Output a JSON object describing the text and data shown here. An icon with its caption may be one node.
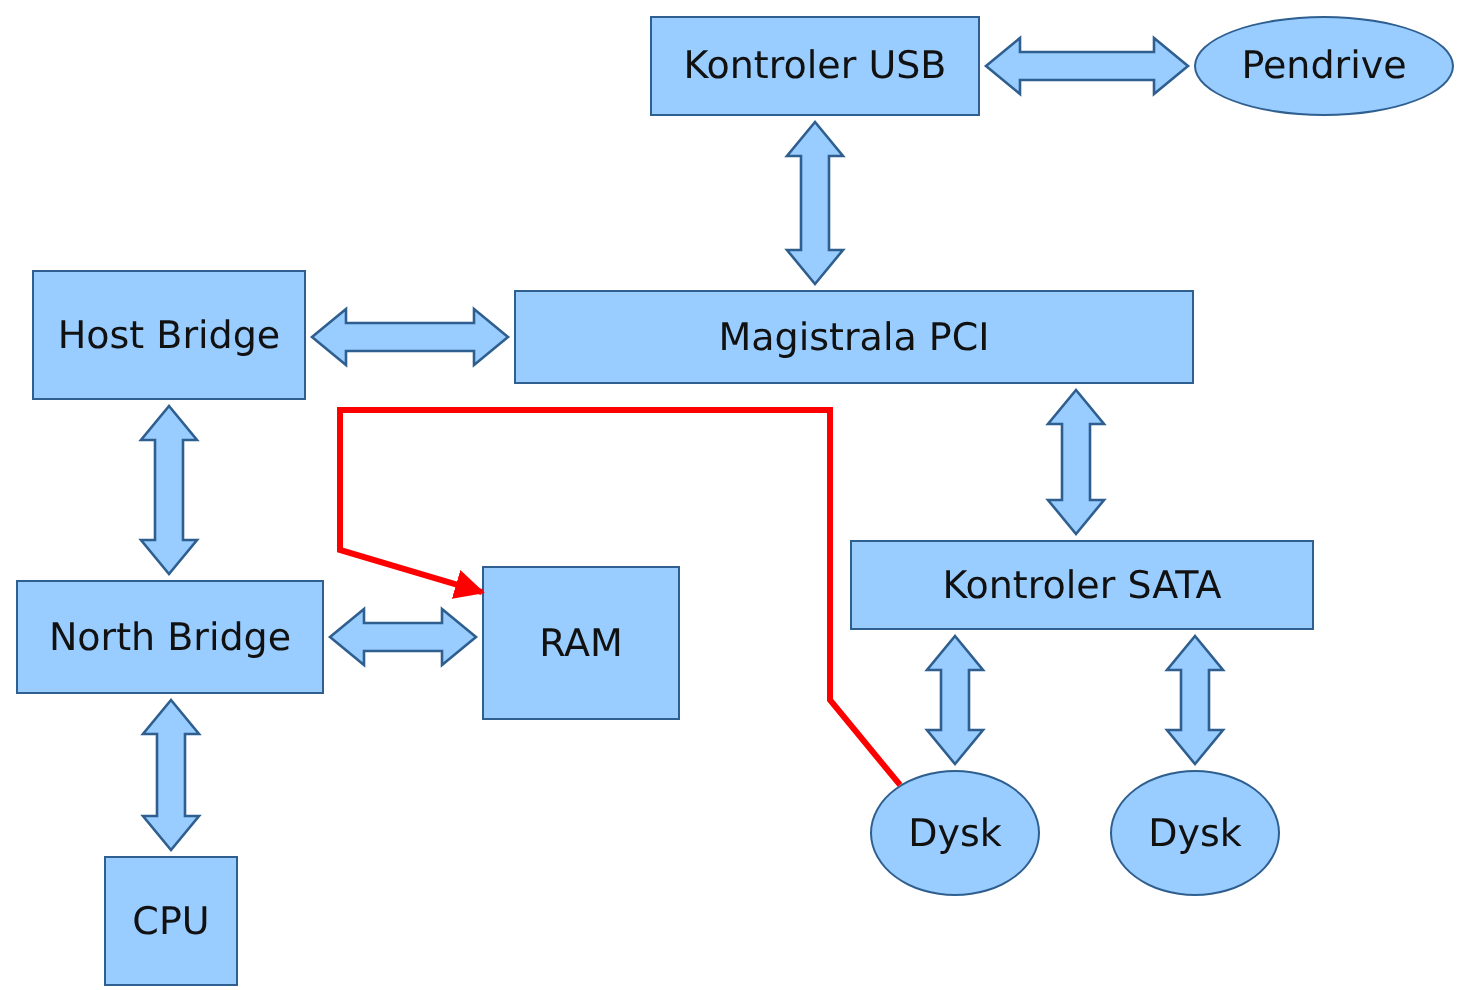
{
  "diagram": {
    "nodes": [
      {
        "text": [
          "Kontroler USB"
        ]
      },
      {
        "text": [
          "Pendrive"
        ]
      },
      {
        "text": [
          "Host Bridge"
        ]
      },
      {
        "text": [
          "Magistrala PCI"
        ]
      },
      {
        "text": [
          "North Bridge"
        ]
      },
      {
        "text": [
          "RAM"
        ]
      },
      {
        "text": [
          "Kontroler SATA"
        ]
      },
      {
        "text": [
          "CPU"
        ]
      },
      {
        "text": [
          "Dysk"
        ]
      },
      {
        "text": [
          "Dysk"
        ]
      }
    ],
    "edges": [
      {
        "from": 0,
        "to": 1,
        "arrow": "both"
      },
      {
        "from": 0,
        "to": 3,
        "arrow": "both"
      },
      {
        "from": 2,
        "to": 3,
        "arrow": "both"
      },
      {
        "from": 2,
        "to": 4,
        "arrow": "both"
      },
      {
        "from": 4,
        "to": 5,
        "arrow": "both"
      },
      {
        "from": 4,
        "to": 7,
        "arrow": "both"
      },
      {
        "from": 3,
        "to": 6,
        "arrow": "both"
      },
      {
        "from": 6,
        "to": 8,
        "arrow": "both"
      },
      {
        "from": 6,
        "to": 9,
        "arrow": "both"
      },
      {
        "from": 8,
        "to": 5,
        "arrow": "to",
        "color": "#ff0000"
      }
    ]
  }
}
